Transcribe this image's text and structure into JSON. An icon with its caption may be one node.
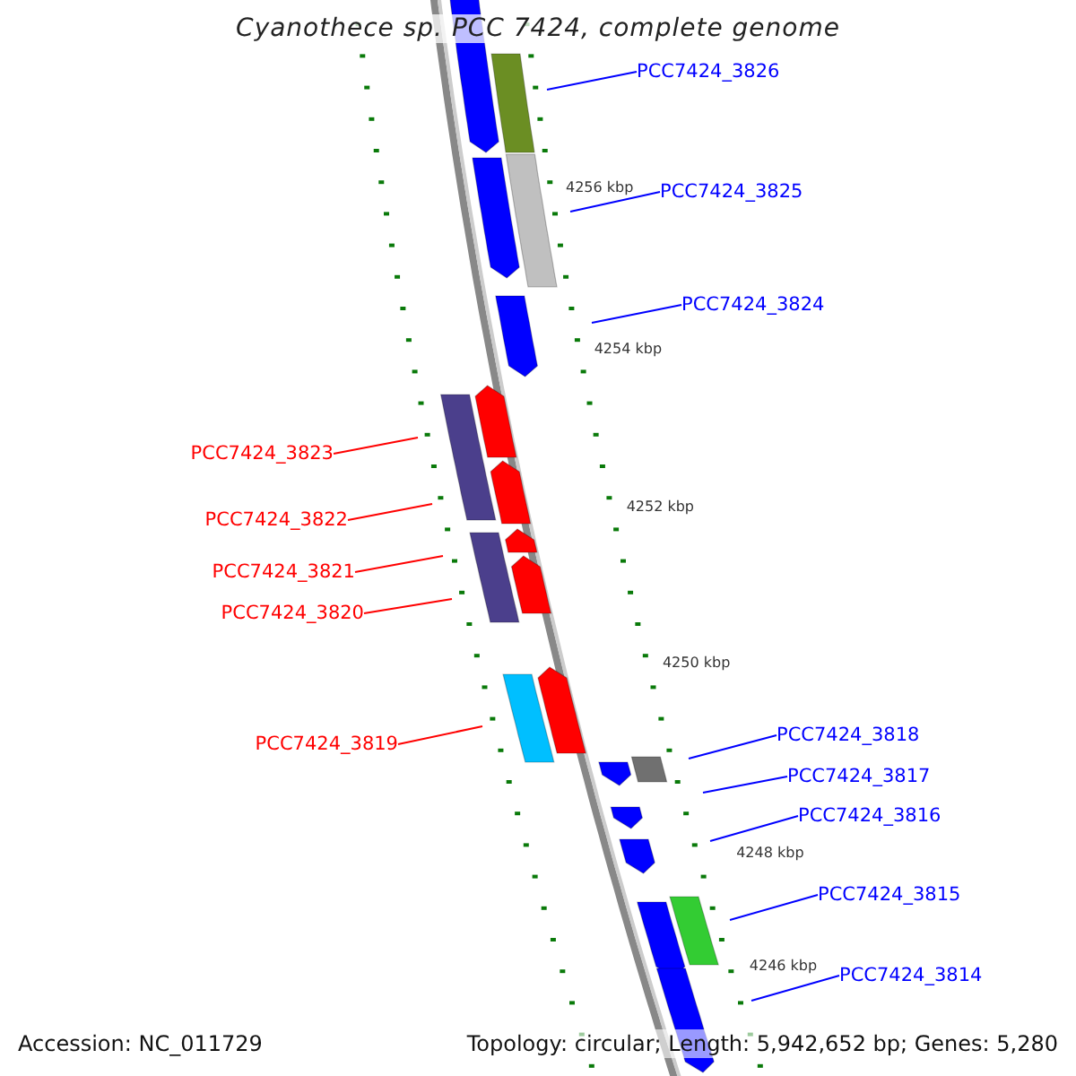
{
  "diagram": {
    "title": "Cyanothece sp. PCC 7424, complete genome",
    "nodes": [
      {
        "text": [
          "PCC7424_3826"
        ]
      },
      {
        "text": [
          "PCC7424_3825"
        ]
      },
      {
        "text": [
          "PCC7424_3824"
        ]
      },
      {
        "text": [
          "PCC7424_3823"
        ]
      },
      {
        "text": [
          "PCC7424_3822"
        ]
      },
      {
        "text": [
          "PCC7424_3821"
        ]
      },
      {
        "text": [
          "PCC7424_3820"
        ]
      },
      {
        "text": [
          "PCC7424_3819"
        ]
      },
      {
        "text": [
          "PCC7424_3818"
        ]
      },
      {
        "text": [
          "PCC7424_3817"
        ]
      },
      {
        "text": [
          "PCC7424_3816"
        ]
      },
      {
        "text": [
          "PCC7424_3815"
        ]
      },
      {
        "text": [
          "PCC7424_3814"
        ]
      }
    ],
    "edges": [
      {
        "from": 0,
        "to": null,
        "arrow": "none"
      },
      {
        "from": 1,
        "to": null,
        "arrow": "none"
      },
      {
        "from": 2,
        "to": null,
        "arrow": "none"
      },
      {
        "from": 3,
        "to": null,
        "arrow": "none",
        "color": "#ff0000"
      },
      {
        "from": 4,
        "to": null,
        "arrow": "none",
        "color": "#ff0000"
      },
      {
        "from": 5,
        "to": null,
        "arrow": "none",
        "color": "#ff0000"
      },
      {
        "from": 6,
        "to": null,
        "arrow": "none",
        "color": "#ff0000"
      },
      {
        "from": 7,
        "to": null,
        "arrow": "none",
        "color": "#ff0000"
      },
      {
        "from": 8,
        "to": null,
        "arrow": "none"
      },
      {
        "from": 9,
        "to": null,
        "arrow": "none"
      },
      {
        "from": 10,
        "to": null,
        "arrow": "none"
      },
      {
        "from": 11,
        "to": null,
        "arrow": "none"
      },
      {
        "from": 12,
        "to": null,
        "arrow": "none"
      }
    ],
    "labels": [
      "4256 kbp",
      "4254 kbp",
      "4252 kbp",
      "4250 kbp",
      "4248 kbp",
      "4246 kbp",
      "Accession: NC_011729",
      "Topology: circular; Length: 5,942,652 bp; Genes: 5,280"
    ]
  }
}
